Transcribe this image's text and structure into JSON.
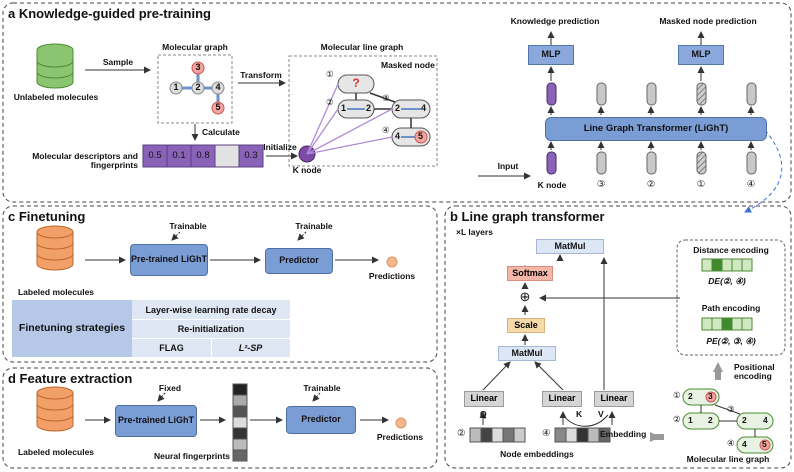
{
  "section_a": {
    "title": "a  Knowledge-guided pre-training",
    "unlabeled": "Unlabeled molecules",
    "sample": "Sample",
    "mol_graph": "Molecular graph",
    "transform": "Transform",
    "line_graph": "Molecular line graph",
    "masked_node": "Masked node",
    "calculate": "Calculate",
    "descriptors_label": "Molecular descriptors and fingerprints",
    "descriptor_values": [
      "0.5",
      "0.1",
      "0.8",
      "",
      "0.3"
    ],
    "initialize": "Initialize",
    "k_node": "K node",
    "input": "Input",
    "knowledge_prediction": "Knowledge prediction",
    "masked_node_prediction": "Masked node prediction",
    "mlp": "MLP",
    "light": "Line Graph Transformer (LiGhT)",
    "token_labels": [
      "K node",
      "③",
      "②",
      "①",
      "④"
    ],
    "circled": [
      "①",
      "②",
      "③",
      "④"
    ],
    "atoms": [
      "1",
      "2",
      "3",
      "4",
      "5"
    ],
    "question_mark": "?"
  },
  "section_b": {
    "title": "b  Line graph transformer",
    "layers": "×L layers",
    "matmul": "MatMul",
    "softmax": "Softmax",
    "scale": "Scale",
    "linear": "Linear",
    "q": "Q",
    "k": "K",
    "v": "V",
    "distance_encoding": "Distance encoding",
    "de_formula": "DE(②, ④)",
    "path_encoding": "Path encoding",
    "pe_formula": "PE(②, ③, ④)",
    "positional_encoding": "Positional encoding",
    "embedding": "Embedding",
    "node_embeddings": "Node embeddings",
    "mol_line_graph": "Molecular line graph",
    "plus": "⊕"
  },
  "section_c": {
    "title": "c  Finetuning",
    "labeled": "Labeled molecules",
    "trainable1": "Trainable",
    "trainable2": "Trainable",
    "pretrained": "Pre-trained LiGhT",
    "predictor": "Predictor",
    "predictions": "Predictions",
    "strategies": "Finetuning strategies",
    "s1": "Layer-wise learning rate decay",
    "s2": "Re-initialization",
    "s3": "FLAG",
    "s4": "L²-SP"
  },
  "section_d": {
    "title": "d  Feature extraction",
    "labeled": "Labeled molecules",
    "fixed": "Fixed",
    "trainable": "Trainable",
    "pretrained": "Pre-trained LiGhT",
    "predictor": "Predictor",
    "predictions": "Predictions",
    "neural_fp": "Neural fingerprints"
  },
  "colors": {
    "light_blue": "#7b9dd6",
    "green_db": "#6aa84f",
    "orange_db": "#e07b39",
    "purple": "#7d4aa8",
    "pink_atom": "#f3a6a0",
    "dashed_blue": "#3d6fd6"
  }
}
